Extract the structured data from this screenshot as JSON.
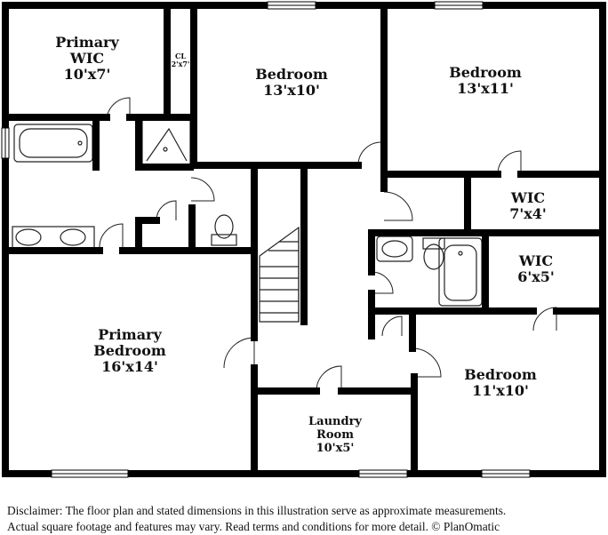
{
  "rooms": {
    "primary_wic": {
      "name_line1": "Primary",
      "name_line2": "WIC",
      "size": "10'x7'"
    },
    "closet": {
      "name": "CL",
      "size": "2'x7'"
    },
    "bedroom_a": {
      "name": "Bedroom",
      "size": "13'x10'"
    },
    "bedroom_b": {
      "name": "Bedroom",
      "size": "13'x11'"
    },
    "wic_a": {
      "name": "WIC",
      "size": "7'x4'"
    },
    "wic_b": {
      "name": "WIC",
      "size": "6'x5'"
    },
    "primary_bedroom": {
      "name_line1": "Primary",
      "name_line2": "Bedroom",
      "size": "16'x14'"
    },
    "bedroom_c": {
      "name": "Bedroom",
      "size": "11'x10'"
    },
    "laundry": {
      "name_line1": "Laundry",
      "name_line2": "Room",
      "size": "10'x5'"
    }
  },
  "disclaimer": {
    "line1": "Disclaimer: The floor plan and stated dimensions in this illustration serve as approximate measurements.",
    "line2": "Actual square footage and features may vary. Read terms and conditions for more detail. © PlanOmatic"
  }
}
